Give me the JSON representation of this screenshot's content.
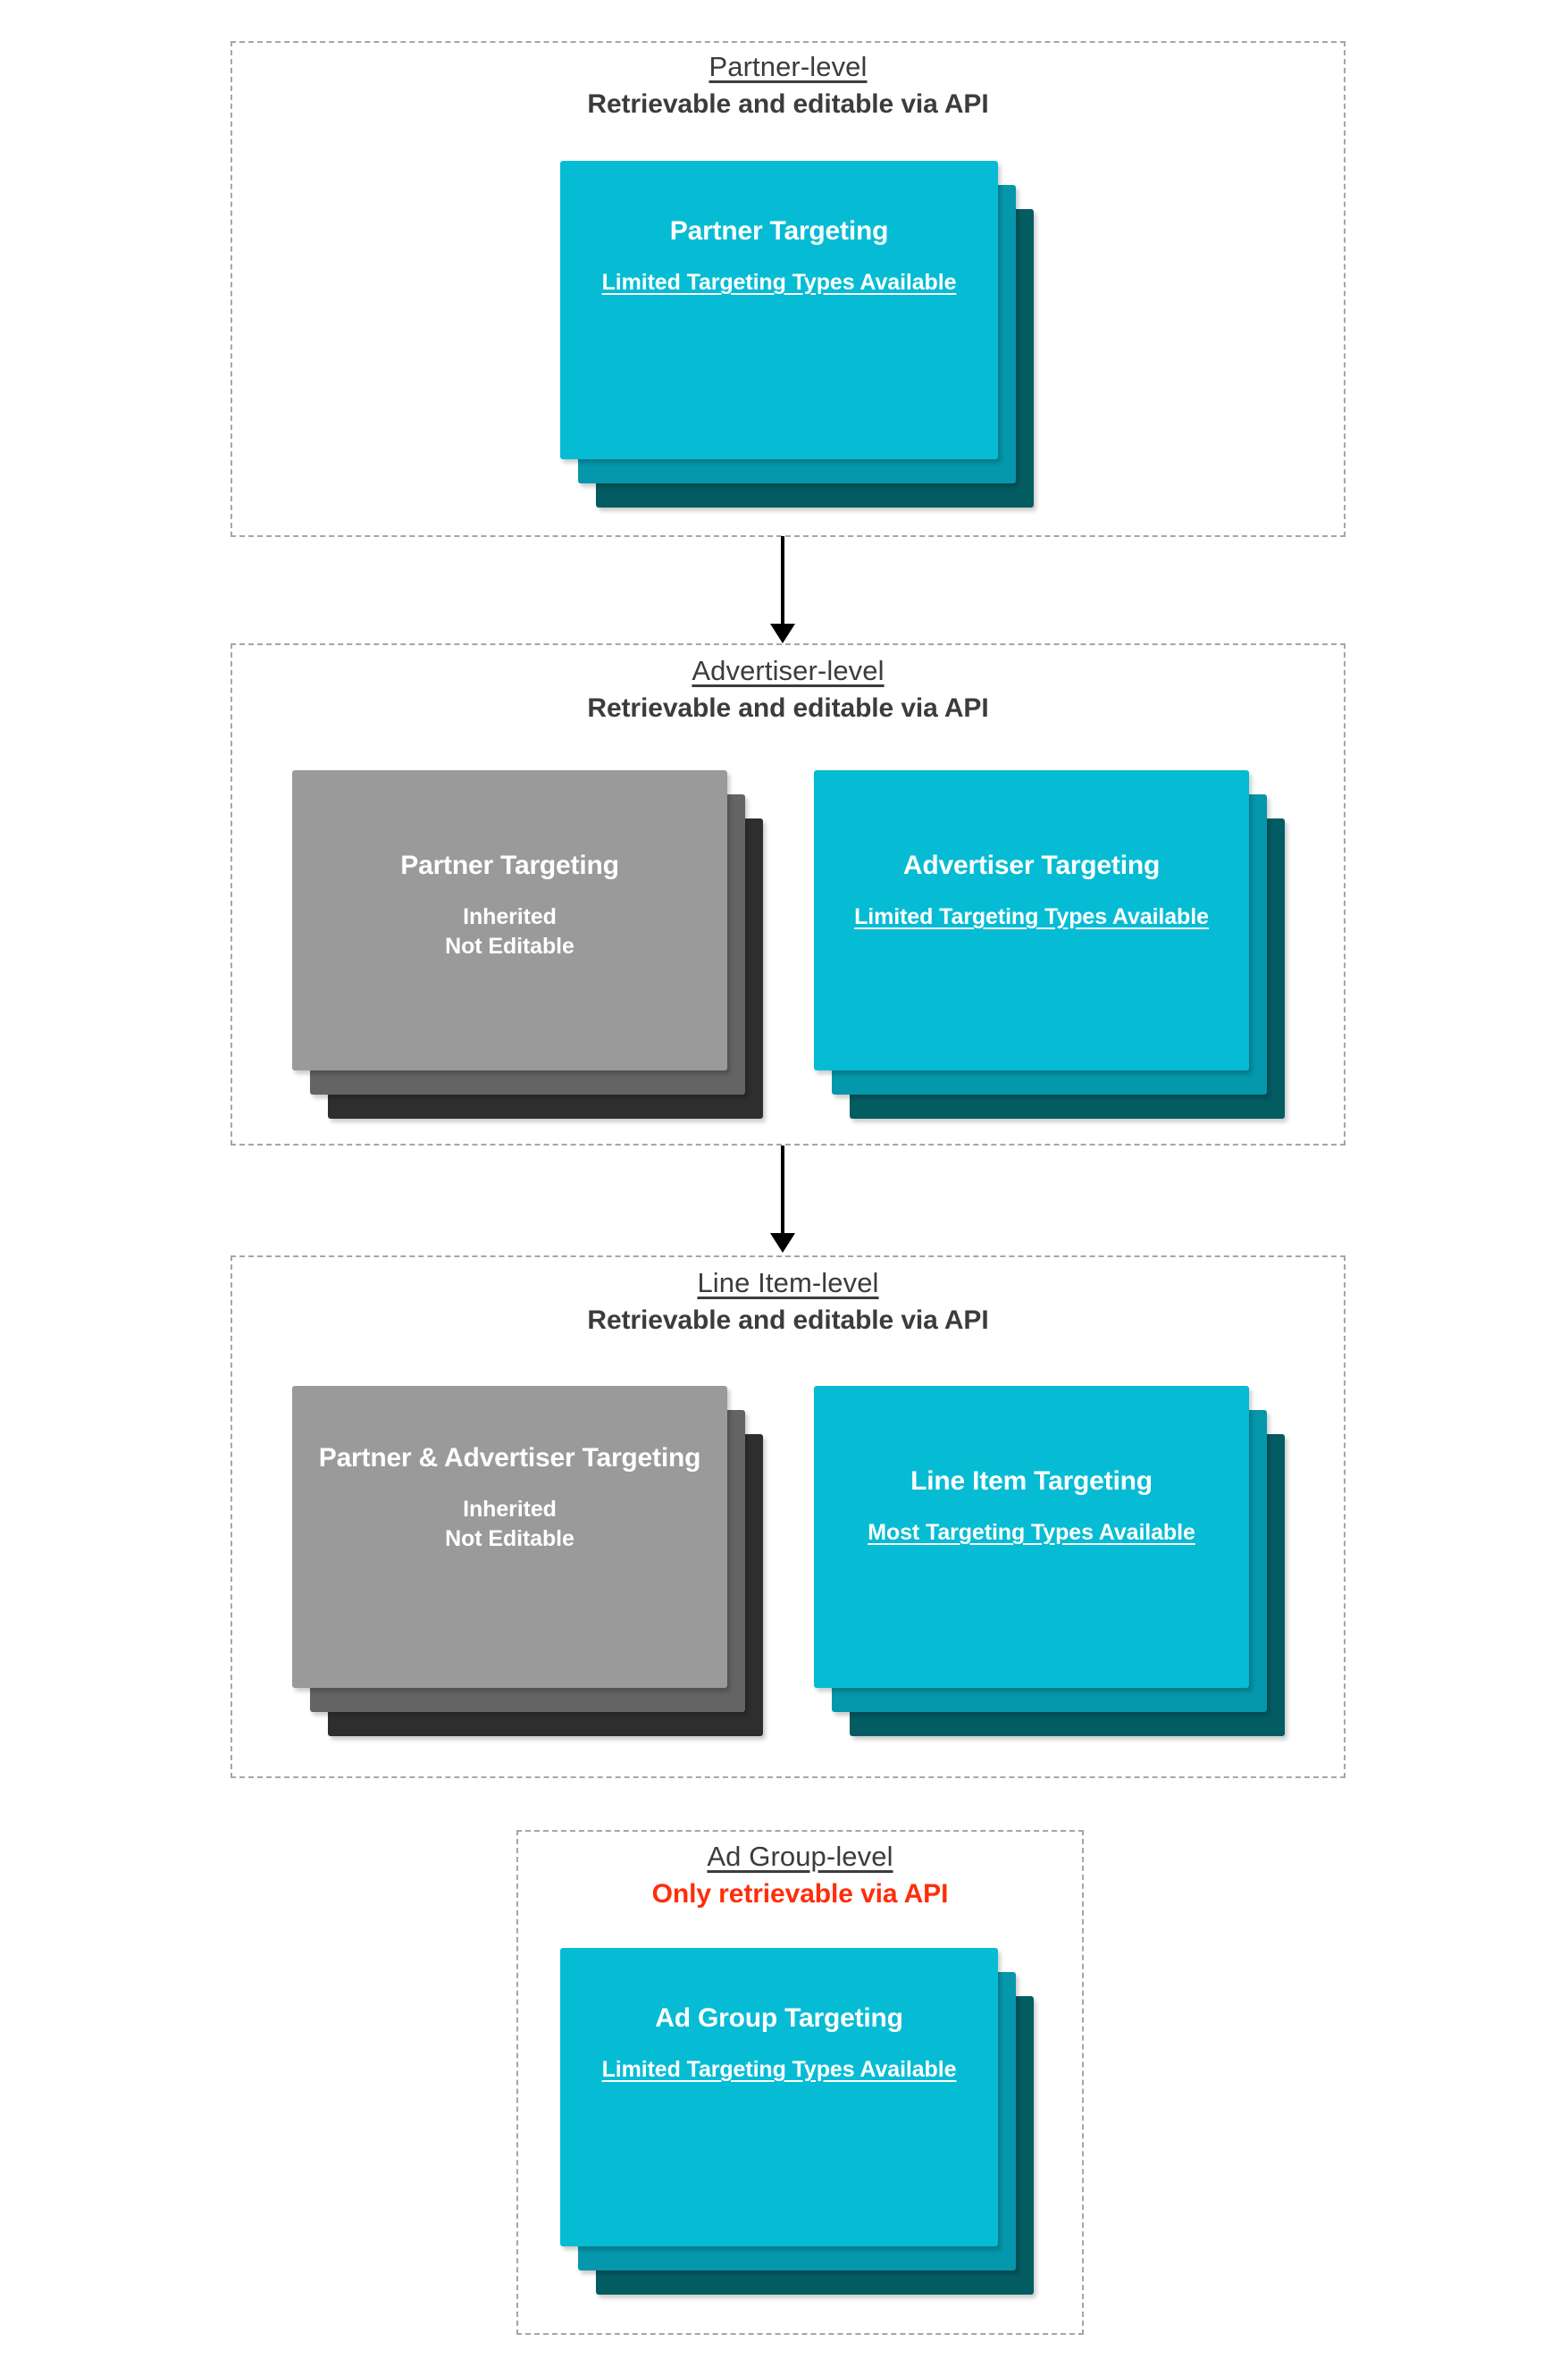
{
  "diagram": {
    "accent_cyan": "#06BCD4",
    "accent_cyan_mid": "#0597AB",
    "accent_cyan_back": "#045C63",
    "gray_front": "#9A9A9A",
    "gray_mid": "#646464",
    "gray_back": "#2E2E2E",
    "alert_color": "#FF2D0A",
    "text_color": "#3C3C3C",
    "border_color": "#A6A6A6"
  },
  "levels": [
    {
      "title": "Partner-level",
      "subtitle": "Retrievable and editable via API",
      "cards": [
        {
          "title": "Partner Targeting",
          "note": "Limited Targeting Types Available",
          "style": "cyan",
          "note_underlined": true
        }
      ]
    },
    {
      "title": "Advertiser-level",
      "subtitle": "Retrievable and editable via API",
      "cards": [
        {
          "title": "Partner Targeting",
          "note": "Inherited\nNot Editable",
          "style": "gray",
          "note_underlined": false
        },
        {
          "title": "Advertiser Targeting",
          "note": "Limited Targeting Types Available",
          "style": "cyan",
          "note_underlined": true
        }
      ]
    },
    {
      "title": "Line Item-level",
      "subtitle": "Retrievable and editable via API",
      "cards": [
        {
          "title": "Partner & Advertiser Targeting",
          "note": "Inherited\nNot Editable",
          "style": "gray",
          "note_underlined": false
        },
        {
          "title": "Line Item Targeting",
          "note": "Most Targeting Types Available",
          "style": "cyan",
          "note_underlined": true
        }
      ]
    },
    {
      "title": "Ad Group-level",
      "subtitle": "Only retrievable via API",
      "subtitle_alert": true,
      "cards": [
        {
          "title": "Ad Group Targeting",
          "note": "Limited Targeting Types Available",
          "style": "cyan",
          "note_underlined": true
        }
      ]
    }
  ],
  "connectors": [
    {
      "name": "partner-to-advertiser"
    },
    {
      "name": "advertiser-to-line-item"
    }
  ]
}
